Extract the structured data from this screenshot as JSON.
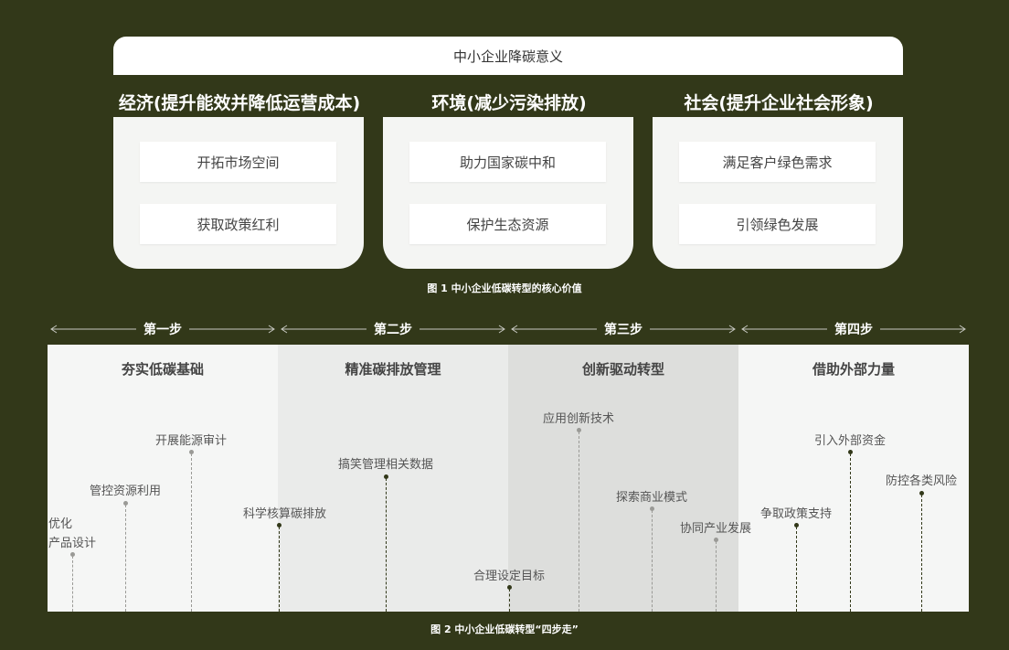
{
  "figure1": {
    "banner": "中小企业降碳意义",
    "categories": [
      {
        "title": "经济(提升能效并降低运营成本)",
        "items": [
          "开拓市场空间",
          "获取政策红利"
        ]
      },
      {
        "title": "环境(减少污染排放)",
        "items": [
          "助力国家碳中和",
          "保护生态资源"
        ]
      },
      {
        "title": "社会(提升企业社会形象)",
        "items": [
          "满足客户绿色需求",
          "引领绿色发展"
        ]
      }
    ],
    "caption": "图 1 中小企业低碳转型的核心价值"
  },
  "figure2": {
    "steps": [
      {
        "label": "第一步",
        "title": "夯实低碳基础",
        "color": "#f5f6f5"
      },
      {
        "label": "第二步",
        "title": "精准碳排放管理",
        "color": "#eaebea"
      },
      {
        "label": "第三步",
        "title": "创新驱动转型",
        "color": "#dddedc"
      },
      {
        "label": "第四步",
        "title": "借助外部力量",
        "color": "#f5f6f5"
      }
    ],
    "milestones": [
      {
        "label": "优化\n产品设计",
        "dark": false
      },
      {
        "label": "管控资源利用",
        "dark": false
      },
      {
        "label": "开展能源审计",
        "dark": false
      },
      {
        "label": "科学核算碳排放",
        "dark": true
      },
      {
        "label": "搞笑管理相关数据",
        "dark": true
      },
      {
        "label": "合理设定目标",
        "dark": true
      },
      {
        "label": "应用创新技术",
        "dark": false
      },
      {
        "label": "探索商业模式",
        "dark": false
      },
      {
        "label": "协同产业发展",
        "dark": false
      },
      {
        "label": "争取政策支持",
        "dark": true
      },
      {
        "label": "引入外部资金",
        "dark": true
      },
      {
        "label": "防控各类风险",
        "dark": true
      }
    ],
    "caption": "图 2 中小企业低碳转型“四步走”"
  }
}
